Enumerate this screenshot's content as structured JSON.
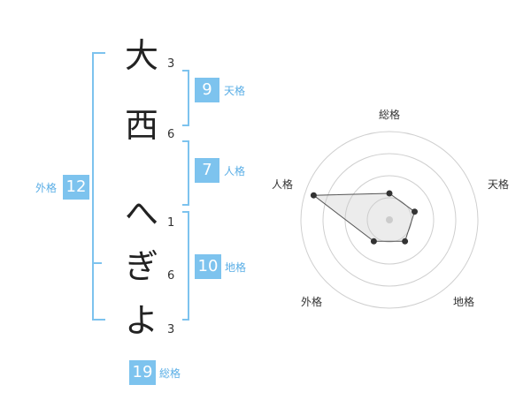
{
  "name": {
    "chars": [
      {
        "char": "大",
        "strokes": "3"
      },
      {
        "char": "西",
        "strokes": "6"
      },
      {
        "char": "へ",
        "strokes": "1"
      },
      {
        "char": "ぎ",
        "strokes": "6"
      },
      {
        "char": "よ",
        "strokes": "3"
      }
    ]
  },
  "fortunes": {
    "tenkaku": {
      "value": "9",
      "label": "天格"
    },
    "jinkaku": {
      "value": "7",
      "label": "人格"
    },
    "chikaku": {
      "value": "10",
      "label": "地格"
    },
    "gaikaku": {
      "value": "12",
      "label": "外格"
    },
    "soukaku": {
      "value": "19",
      "label": "総格"
    }
  },
  "chart_data": {
    "type": "radar",
    "axes": [
      "総格",
      "天格",
      "地格",
      "外格",
      "人格"
    ],
    "values": [
      19,
      9,
      10,
      12,
      7
    ],
    "series_scores": [
      0.3,
      0.3,
      0.3,
      0.3,
      0.9
    ],
    "rings": 4,
    "grid": true
  },
  "colors": {
    "accent": "#7dc3ee",
    "label_text": "#5aaee6"
  }
}
